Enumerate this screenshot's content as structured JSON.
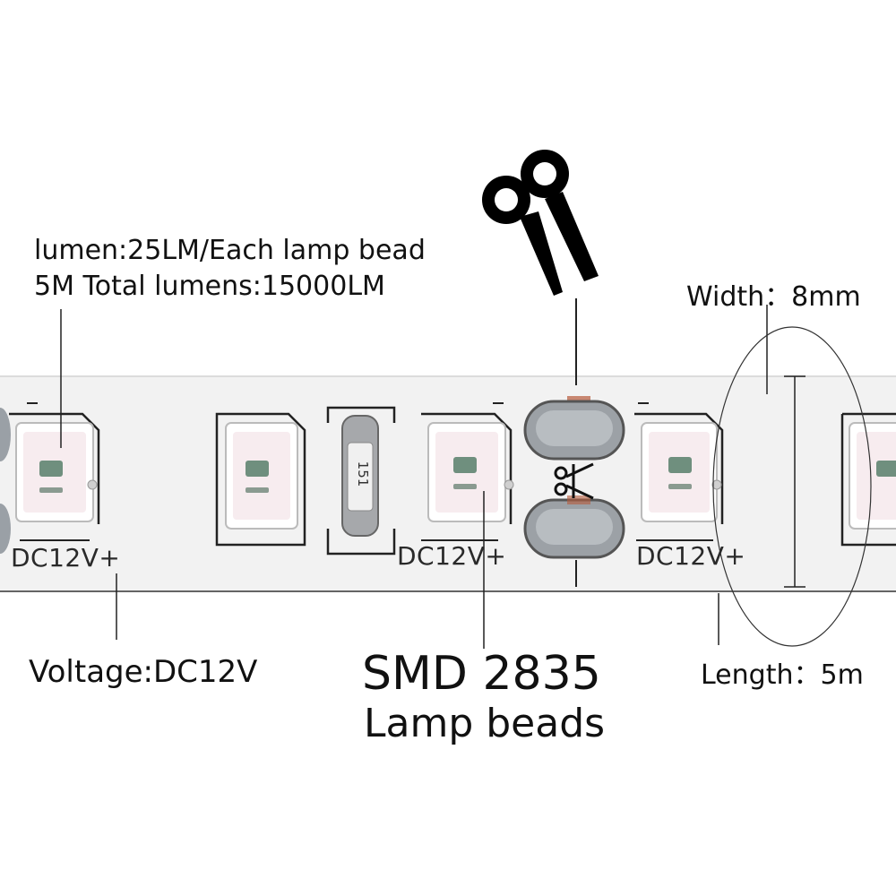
{
  "labels": {
    "lumen_per_bead": "lumen:25LM/Each lamp bead",
    "total_lumens": "5M Total lumens:15000LM",
    "width": "Width：8mm",
    "voltage": "Voltage:DC12V",
    "smd": "SMD 2835",
    "lamp_beads": "Lamp beads",
    "length": "Length：5m"
  },
  "strip": {
    "polarity_label": "DC12V+",
    "resistor_code": "151"
  },
  "icons": {
    "cut_mark": "scissors-icon"
  },
  "colors": {
    "strip": "#f2f2f2",
    "text": "#111111",
    "pad": "#9aa0a6",
    "led_core": "#6f8f7e"
  }
}
